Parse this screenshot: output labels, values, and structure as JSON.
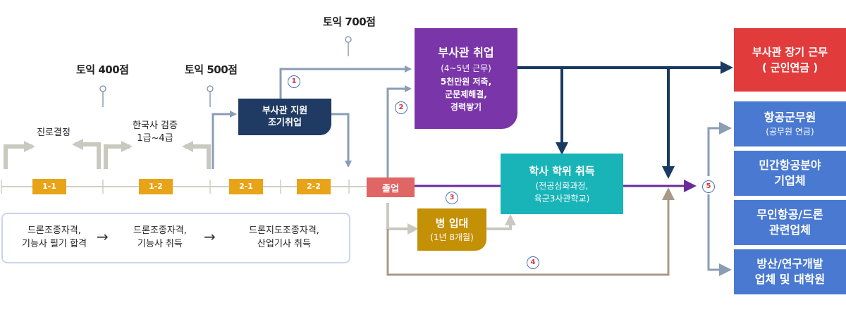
{
  "milestones": {
    "toeic_400": "토익 400점",
    "toeic_500": "토익 500점",
    "toeic_700": "토익 700점"
  },
  "steps": {
    "career_decision": "진로결정",
    "history_test_line1": "한국사 검증",
    "history_test_line2": "1급~4급"
  },
  "stages": [
    "1-1",
    "1-2",
    "2-1",
    "2-2"
  ],
  "graduation": "졸업",
  "early_job": {
    "line1": "부사관 지원",
    "line2": "조기취업"
  },
  "nco_job": {
    "title": "부사관 취업",
    "sub1": "(4~5년 근무)",
    "sub2": "5천만원 저축,",
    "sub3": "군문제해결,",
    "sub4": "경력쌓기"
  },
  "degree": {
    "title": "학사 학위 취득",
    "sub1": "(전공심화과정,",
    "sub2": "육군3사관학교)"
  },
  "enlist": {
    "title": "병 입대",
    "sub": "(1년 8개월)"
  },
  "longterm": {
    "line1": "부사관 장기 근무",
    "line2": "( 군인연금 )"
  },
  "outcomes": [
    {
      "title": "항공군무원",
      "sub": "(공무원 연금)"
    },
    {
      "title1": "민간항공분야",
      "title2": "기업체"
    },
    {
      "title1": "무인항공/드론",
      "title2": "관련업체"
    },
    {
      "title1": "방산/연구개발",
      "title2": "업체 및 대학원"
    }
  ],
  "certs": {
    "c1_line1": "드론조종자격,",
    "c1_line2": "기능사 필기 합격",
    "c2_line1": "드론조종자격,",
    "c2_line2": "기능사 취득",
    "c3_line1": "드론지도조종자격,",
    "c3_line2": "산업기사 취득",
    "arrow": "→"
  },
  "badges": [
    "1",
    "2",
    "3",
    "4",
    "5"
  ],
  "colors": {
    "orange": "#e8a317",
    "navy": "#1f3a63",
    "purple": "#7a35a8",
    "teal": "#18b4b8",
    "gold": "#c39006",
    "red": "#e23b3b",
    "blue": "#4a79d1",
    "grad": "#e06565",
    "gray_blue": "#8a9db5",
    "dark_navy": "#183a63",
    "brown": "#a89a86",
    "violet": "#6a2a9a"
  }
}
